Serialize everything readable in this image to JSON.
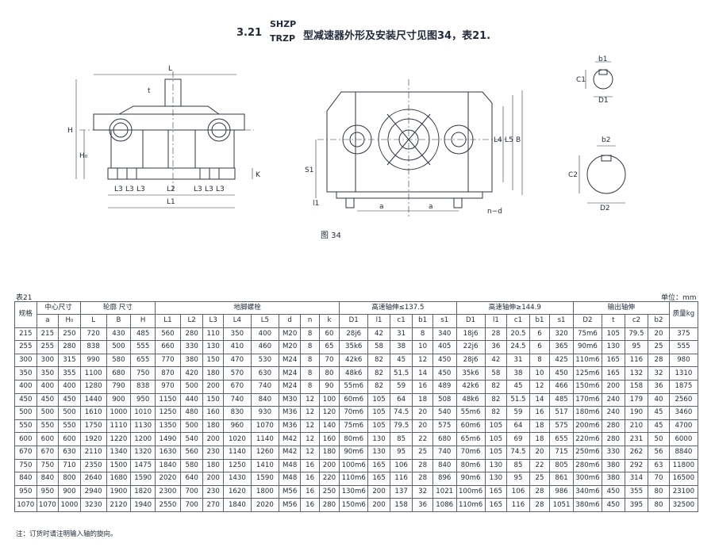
{
  "heading": {
    "number": "3.21",
    "model_1": "SHZP",
    "model_2": "TRZP",
    "text": "型减速器外形及安装尺寸见图34，表21."
  },
  "figure": {
    "caption": "图 34",
    "front_labels": [
      "L",
      "t",
      "H",
      "H₀",
      "K",
      "L3",
      "L3",
      "L3",
      "L2",
      "L3",
      "L3",
      "L3",
      "L1"
    ],
    "side_labels": [
      "S1",
      "l1",
      "a",
      "a",
      "L4",
      "L5",
      "B",
      "n−d"
    ],
    "shaft_labels": [
      "b1",
      "C1",
      "D1",
      "b2",
      "C2",
      "D2"
    ]
  },
  "table": {
    "label": "表21",
    "unit": "单位：mm",
    "group_headers": [
      "规格",
      "中心尺寸",
      "轮廓 尺寸",
      "地脚螺栓",
      "高速轴伸≤137.5",
      "高速轴伸≥144.9",
      "输出轴伸",
      "质量kg"
    ],
    "sub_headers": [
      "a",
      "H₀",
      "L",
      "B",
      "H",
      "L1",
      "L2",
      "L3",
      "L4",
      "L5",
      "d",
      "n",
      "k",
      "D1",
      "l1",
      "c1",
      "b1",
      "s1",
      "D1",
      "l1",
      "c1",
      "b1",
      "s1",
      "D2",
      "t",
      "c2",
      "b2"
    ],
    "rows": [
      [
        "215",
        "215",
        "250",
        "720",
        "430",
        "485",
        "560",
        "280",
        "110",
        "350",
        "400",
        "M20",
        "8",
        "60",
        "28j6",
        "42",
        "31",
        "8",
        "340",
        "18j6",
        "28",
        "20.5",
        "6",
        "320",
        "75m6",
        "105",
        "79.5",
        "20",
        "375"
      ],
      [
        "255",
        "255",
        "280",
        "838",
        "500",
        "555",
        "660",
        "330",
        "130",
        "410",
        "460",
        "M20",
        "8",
        "65",
        "35k6",
        "58",
        "38",
        "10",
        "405",
        "22j6",
        "36",
        "24.5",
        "6",
        "365",
        "90m6",
        "130",
        "95",
        "25",
        "555"
      ],
      [
        "300",
        "300",
        "315",
        "990",
        "580",
        "655",
        "770",
        "380",
        "150",
        "470",
        "530",
        "M24",
        "8",
        "70",
        "42k6",
        "82",
        "45",
        "12",
        "450",
        "28j6",
        "42",
        "31",
        "8",
        "425",
        "110m6",
        "165",
        "116",
        "28",
        "980"
      ],
      [
        "350",
        "350",
        "355",
        "1100",
        "680",
        "750",
        "870",
        "420",
        "180",
        "570",
        "630",
        "M24",
        "8",
        "80",
        "48k6",
        "82",
        "51.5",
        "14",
        "450",
        "35k6",
        "58",
        "38",
        "10",
        "450",
        "125m6",
        "165",
        "132",
        "32",
        "1310"
      ],
      [
        "400",
        "400",
        "400",
        "1280",
        "790",
        "838",
        "970",
        "500",
        "200",
        "670",
        "740",
        "M24",
        "8",
        "90",
        "55m6",
        "82",
        "59",
        "16",
        "489",
        "42k6",
        "82",
        "45",
        "12",
        "466",
        "150m6",
        "200",
        "158",
        "36",
        "1875"
      ],
      [
        "450",
        "450",
        "450",
        "1440",
        "900",
        "950",
        "1150",
        "440",
        "150",
        "740",
        "840",
        "M30",
        "12",
        "100",
        "60m6",
        "105",
        "64",
        "18",
        "508",
        "48k6",
        "82",
        "51.5",
        "14",
        "485",
        "170m6",
        "240",
        "179",
        "40",
        "2560"
      ],
      [
        "500",
        "500",
        "500",
        "1610",
        "1000",
        "1010",
        "1250",
        "480",
        "160",
        "830",
        "930",
        "M36",
        "12",
        "120",
        "70m6",
        "105",
        "74.5",
        "20",
        "540",
        "55m6",
        "82",
        "59",
        "16",
        "517",
        "180m6",
        "240",
        "190",
        "45",
        "3460"
      ],
      [
        "550",
        "550",
        "550",
        "1750",
        "1110",
        "1130",
        "1350",
        "500",
        "180",
        "960",
        "1070",
        "M36",
        "12",
        "140",
        "75m6",
        "105",
        "79.5",
        "20",
        "575",
        "60m6",
        "105",
        "64",
        "18",
        "575",
        "200m6",
        "280",
        "210",
        "45",
        "4700"
      ],
      [
        "600",
        "600",
        "600",
        "1920",
        "1220",
        "1200",
        "1490",
        "540",
        "200",
        "1020",
        "1140",
        "M42",
        "12",
        "160",
        "80m6",
        "130",
        "85",
        "22",
        "680",
        "65m6",
        "105",
        "69",
        "18",
        "655",
        "220m6",
        "280",
        "231",
        "50",
        "6000"
      ],
      [
        "670",
        "670",
        "630",
        "2110",
        "1340",
        "1320",
        "1630",
        "560",
        "230",
        "1140",
        "1260",
        "M42",
        "12",
        "180",
        "90m6",
        "130",
        "95",
        "25",
        "740",
        "70m6",
        "105",
        "74.5",
        "20",
        "715",
        "250m6",
        "330",
        "262",
        "56",
        "8840"
      ],
      [
        "750",
        "750",
        "710",
        "2350",
        "1500",
        "1475",
        "1840",
        "580",
        "180",
        "1250",
        "1410",
        "M48",
        "16",
        "200",
        "100m6",
        "165",
        "106",
        "28",
        "840",
        "80m6",
        "130",
        "85",
        "22",
        "805",
        "280m6",
        "380",
        "292",
        "63",
        "11800"
      ],
      [
        "840",
        "840",
        "800",
        "2640",
        "1680",
        "1590",
        "2020",
        "640",
        "200",
        "1430",
        "1590",
        "M48",
        "16",
        "220",
        "110m6",
        "165",
        "116",
        "28",
        "896",
        "90m6",
        "130",
        "95",
        "25",
        "861",
        "300m6",
        "380",
        "314",
        "70",
        "16500"
      ],
      [
        "950",
        "950",
        "900",
        "2940",
        "1900",
        "1820",
        "2300",
        "700",
        "230",
        "1620",
        "1800",
        "M56",
        "16",
        "250",
        "130m6",
        "200",
        "137",
        "32",
        "1021",
        "100m6",
        "165",
        "106",
        "28",
        "986",
        "340m6",
        "450",
        "355",
        "80",
        "23100"
      ],
      [
        "1070",
        "1070",
        "1000",
        "3230",
        "2120",
        "1940",
        "2550",
        "700",
        "270",
        "1840",
        "2020",
        "M56",
        "16",
        "280",
        "150m6",
        "200",
        "158",
        "36",
        "1086",
        "110m6",
        "165",
        "116",
        "28",
        "1051",
        "380m6",
        "450",
        "395",
        "80",
        "32500"
      ]
    ]
  },
  "note": "注：订货时请注明输入轴的旋向。"
}
